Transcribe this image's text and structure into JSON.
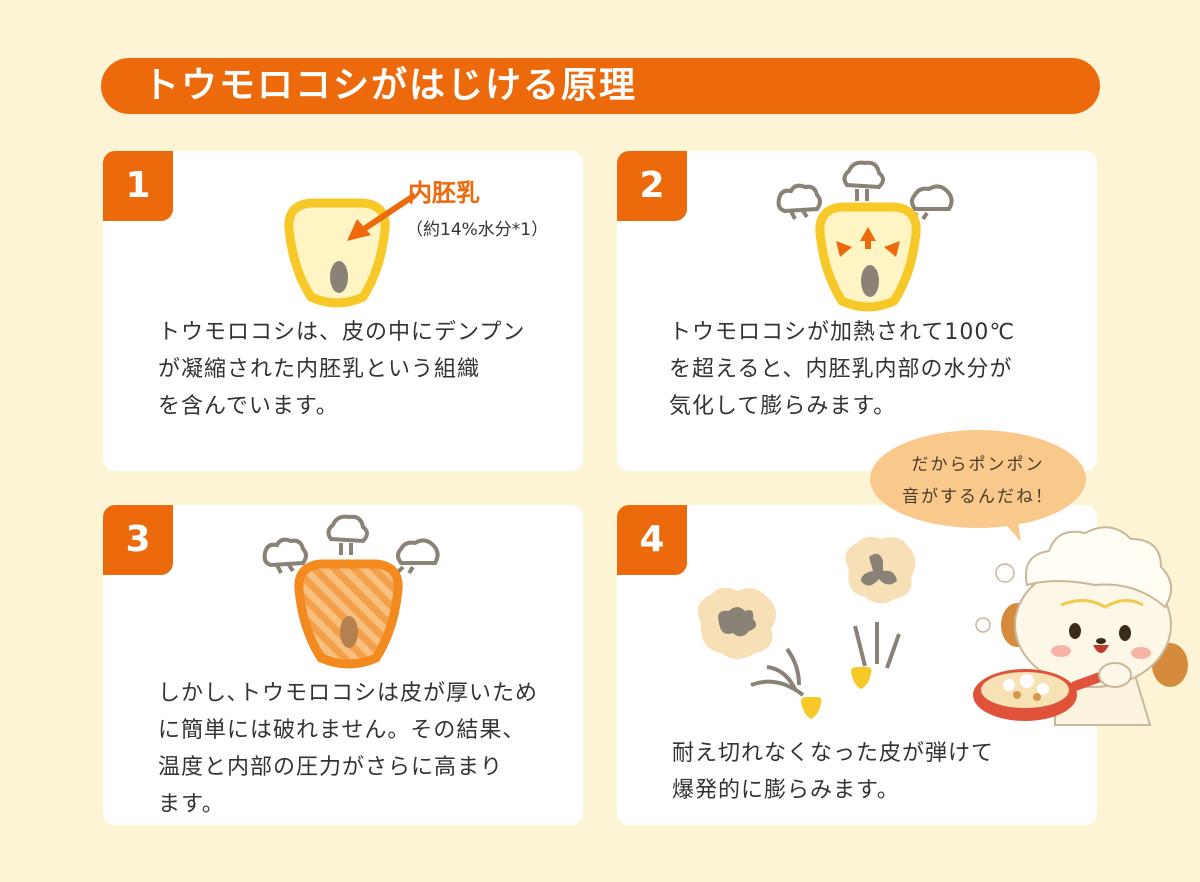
{
  "title": "トウモロコシがはじける原理",
  "steps": [
    {
      "number": "1",
      "text": "トウモロコシは、皮の中にデンプン\nが凝縮された内胚乳という組織\nを含んでいます。"
    },
    {
      "number": "2",
      "text": "トウモロコシが加熱されて100℃\nを超えると、内胚乳内部の水分が\n気化して膨らみます。"
    },
    {
      "number": "3",
      "text": "しかし､トウモロコシは皮が厚いため\nに簡単には破れません。その結果、\n温度と内部の圧力がさらに高まり\nます。"
    },
    {
      "number": "4",
      "text": "耐え切れなくなった皮が弾けて\n爆発的に膨らみます。"
    }
  ],
  "endosperm_label": "内胚乳",
  "endosperm_note": "（約14%水分*1）",
  "speech": {
    "line1": "だからポンポン",
    "line2": "音がするんだね！"
  },
  "colors": {
    "accent": "#ec6a0c",
    "background": "#fdf4d6",
    "kernel": "#f7c928"
  }
}
